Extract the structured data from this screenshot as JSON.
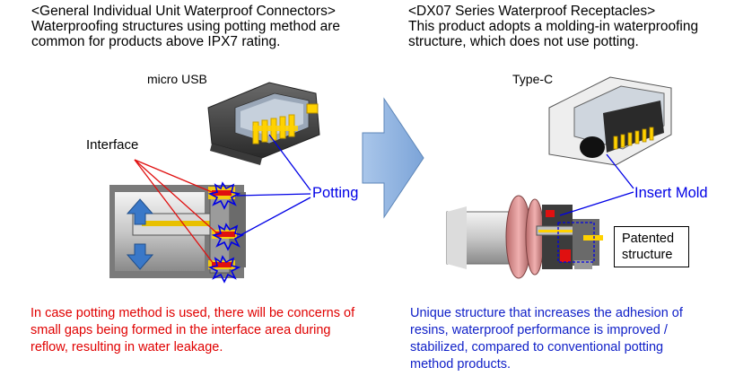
{
  "left": {
    "header_line1": "<General Individual Unit Waterproof Connectors>",
    "header_line2": "Waterproofing structures using potting method are",
    "header_line3": "common for products above IPX7 rating.",
    "label_micro_usb": "micro USB",
    "label_interface": "Interface",
    "label_potting": "Potting",
    "note_line1": "In case potting method is used, there will be concerns of",
    "note_line2": "small gaps being formed in the interface area during",
    "note_line3": "reflow, resulting in water leakage."
  },
  "right": {
    "header_line1": "<DX07 Series Waterproof Receptacles>",
    "header_line2": "This product adopts a molding-in waterproofing",
    "header_line3": "structure, which does not use potting.",
    "label_type_c": "Type-C",
    "label_insert_mold": "Insert Mold",
    "label_patented_line1": "Patented",
    "label_patented_line2": "structure",
    "note_line1": "Unique structure that increases the adhesion of",
    "note_line2": "resins, waterproof performance is improved /",
    "note_line3": "stabilized, compared to conventional potting",
    "note_line4": "method products."
  },
  "colors": {
    "note_left": "#e00000",
    "note_right": "#1020c8",
    "callout_blue": "#0000e6",
    "arrow_fill": "#8fb4e0",
    "potting_yellow": "#ffd200"
  }
}
